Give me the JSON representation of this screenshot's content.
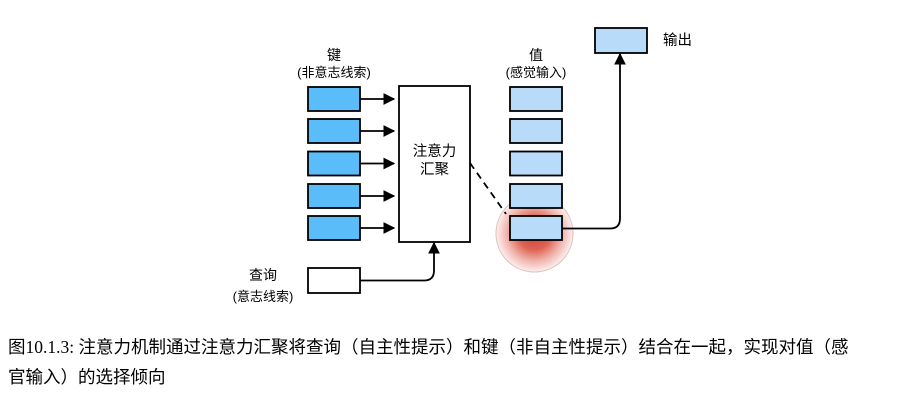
{
  "figure": {
    "keys": {
      "label": "键",
      "sublabel": "(非意志线索)",
      "count": 5
    },
    "values": {
      "label": "值",
      "sublabel": "(感觉输入)",
      "count": 5,
      "highlighted_index": 5
    },
    "query": {
      "label": "查询",
      "sublabel": "(意志线索)"
    },
    "attention": {
      "label_line1": "注意力",
      "label_line2": "汇聚"
    },
    "output": {
      "label": "输出"
    }
  },
  "colors": {
    "key_box_fill": "#5ABCF8",
    "value_box_fill": "#B7DBF8",
    "output_box_fill": "#B7DBF8",
    "query_box_fill": "#FFFFFF",
    "box_stroke": "#000000",
    "highlight_glow": "#CC3629"
  },
  "caption": {
    "line1": "图10.1.3: 注意力机制通过注意力汇聚将查询（自主性提示）和键（非自主性提示）结合在一起，实现对值（感",
    "line2": "官输入）的选择倾向"
  }
}
